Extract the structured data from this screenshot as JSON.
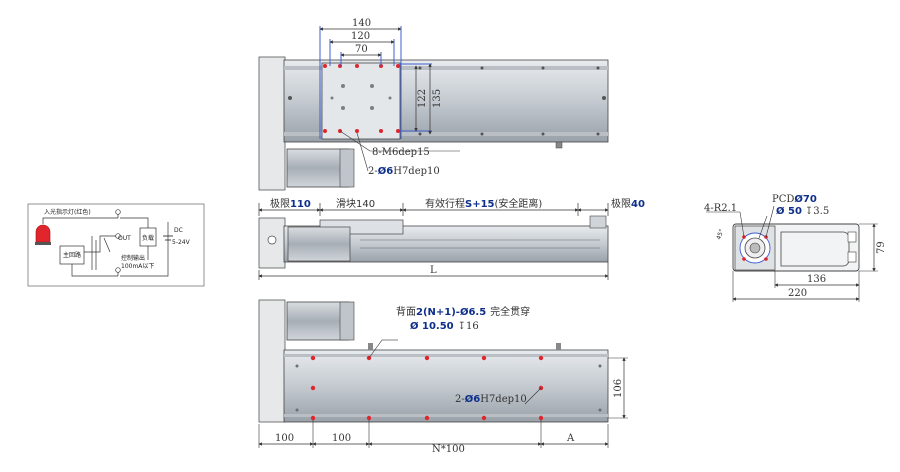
{
  "top_view": {
    "dim_140": "140",
    "dim_120": "120",
    "dim_70": "70",
    "dim_122": "122",
    "dim_135": "135",
    "callout_thread": "8-M6dep15",
    "callout_pin_prefix": "2-",
    "callout_pin_dia": "Ø6",
    "callout_pin_tol": "H7dep10"
  },
  "side_view": {
    "limit_left_label": "极限",
    "limit_left_value": "110",
    "slider_label": "滑块140",
    "stroke_label": "有效行程",
    "stroke_formula": "S+15",
    "stroke_note": "(安全距离)",
    "limit_right_label": "极限",
    "limit_right_value": "40",
    "length_label": "L"
  },
  "bottom_view": {
    "back_label": "背面",
    "back_holes": "2(N+1)-Ø6.5",
    "back_through": "完全贯穿",
    "counterbore": "Ø 10.50",
    "counterbore_depth": "↧16",
    "pin_prefix": "2-",
    "pin_dia": "Ø6",
    "pin_tol": "H7dep10",
    "dim_106": "106",
    "dim_100a": "100",
    "dim_100b": "100",
    "dim_n100": "N*100",
    "dim_a": "A"
  },
  "end_view": {
    "radius": "4-R2.1",
    "pcd_label": "PCD",
    "pcd_value": "Ø70",
    "shaft": "Ø 50",
    "shaft_depth": "↧3.5",
    "angle": "45°",
    "dim_79": "79",
    "dim_136": "136",
    "dim_220": "220"
  },
  "wiring": {
    "sensor_label": "入光指示灯(红色)",
    "main_circuit": "主回路",
    "out_label": "OUT",
    "load_label": "负载",
    "dc_label": "DC",
    "voltage": "5-24V",
    "current_note": "控制输出",
    "current_value": "100mA以下"
  },
  "colors": {
    "line": "#3a3a3a",
    "rail": "#c9ced3",
    "rail_dark": "#8e959c",
    "motor": "#a9b0b6",
    "highlight": "#3f5fd0",
    "hole": "#e0262c",
    "text_accent": "#0d2f8a"
  }
}
